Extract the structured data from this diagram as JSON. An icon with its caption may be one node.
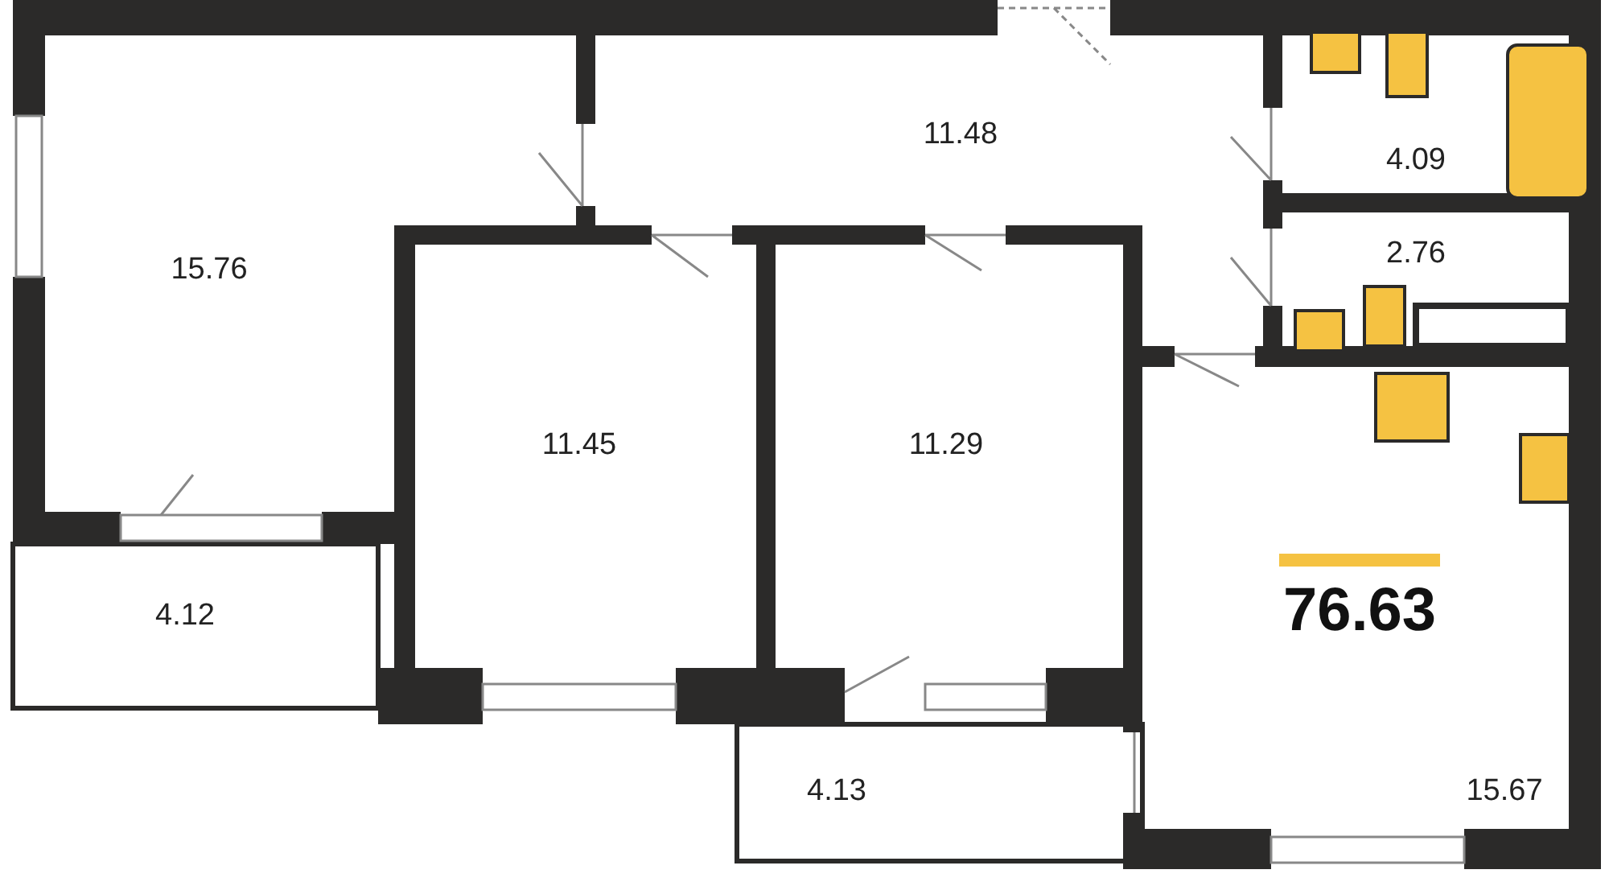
{
  "diagram": {
    "labels": [
      "11.48",
      "4.09",
      "15.76",
      "2.76",
      "11.45",
      "11.29",
      "76.63",
      "4.12",
      "4.13",
      "15.67"
    ]
  }
}
